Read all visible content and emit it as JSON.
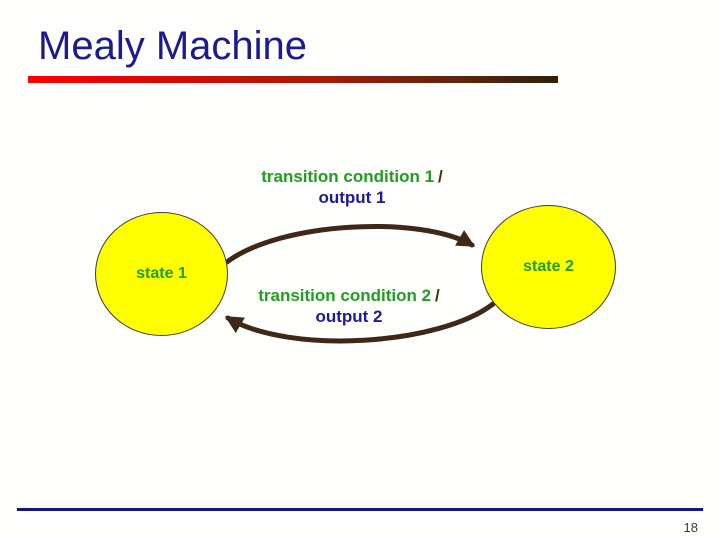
{
  "slide": {
    "title": "Mealy Machine",
    "page_number": "18"
  },
  "diagram": {
    "states": [
      {
        "label": "state 1"
      },
      {
        "label": "state 2"
      }
    ],
    "transitions": [
      {
        "condition": "transition condition 1",
        "separator": "/",
        "output": "output 1",
        "from": "state 1",
        "to": "state 2"
      },
      {
        "condition": "transition condition 2",
        "separator": "/",
        "output": "output 2",
        "from": "state 2",
        "to": "state 1"
      }
    ],
    "colors": {
      "title_text": "#1b1b8f",
      "title_rule_gradient_start": "#fb0000",
      "title_rule_gradient_end": "#312008",
      "state_fill": "#ffff00",
      "state_border": "#3c3c3c",
      "condition_text": "#1f9e1f",
      "output_text": "#1b1b96",
      "separator_text": "#44300a",
      "arrow": "#3e2817",
      "footer_rule": "#14148c",
      "page_number_text": "#3a3a3a"
    }
  }
}
